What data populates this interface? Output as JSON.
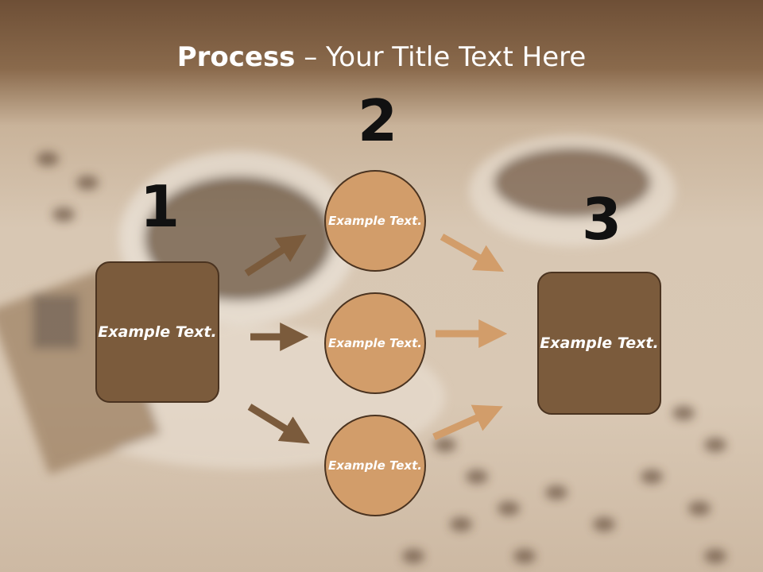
{
  "title": {
    "bold": "Process",
    "rest": " – Your Title Text Here"
  },
  "steps": {
    "one": "1",
    "two": "2",
    "three": "3"
  },
  "left_box": {
    "label": "Example Text."
  },
  "right_box": {
    "label": "Example Text."
  },
  "circles": [
    {
      "label": "Example Text."
    },
    {
      "label": "Example Text."
    },
    {
      "label": "Example Text."
    }
  ],
  "colors": {
    "box": "#7b5b3c",
    "circle": "#d29d6a",
    "arrow_dark": "#7b5b3c",
    "arrow_light": "#d29d6a"
  }
}
